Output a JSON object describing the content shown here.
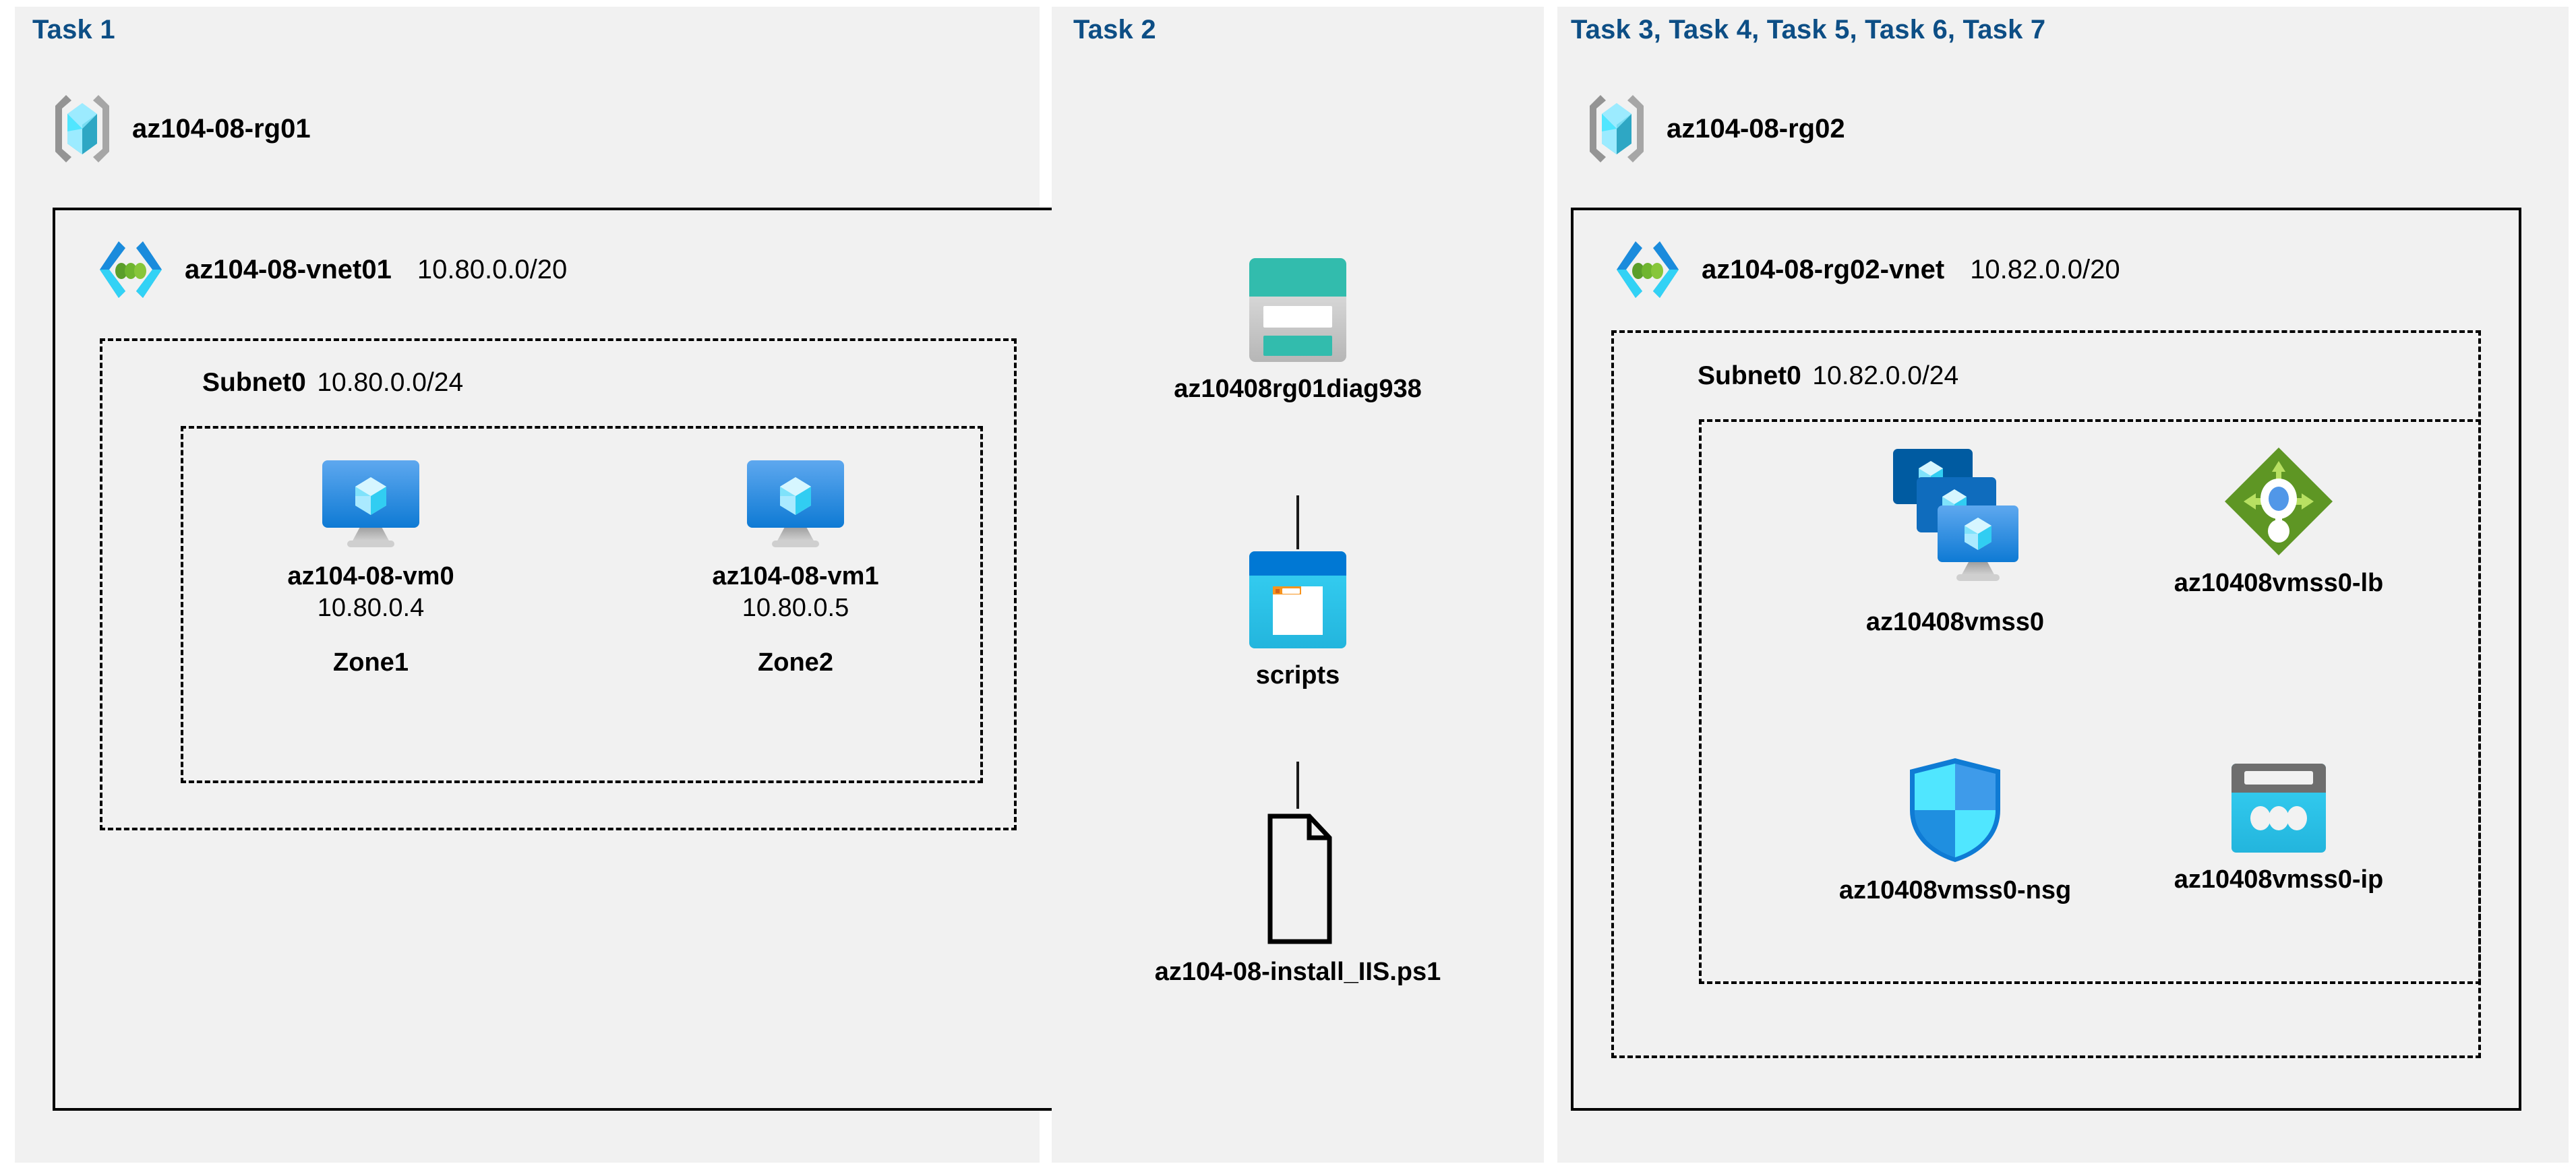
{
  "tasks": {
    "task1": "Task 1",
    "task2": "Task 2",
    "task3to7": "Task 3, Task 4, Task 5, Task 6, Task 7"
  },
  "colors": {
    "task_label": "#0d4e85",
    "panel_bg": "#f1f1f1",
    "border": "#000000",
    "vm_blue": "#1b8bea",
    "vmss_dark": "#005ba1",
    "storage_teal": "#32bcad",
    "storage_teal_dark": "#1a8173",
    "container_blue": "#0078d4",
    "container_cyan": "#32c8f0",
    "folder_orange": "#f7941e",
    "lb_green": "#5e9624",
    "lb_arrow_green": "#b8e062",
    "lb_center_blue": "#5197e8",
    "nsg_blue": "#3e9bea",
    "nsg_cyan": "#50e6ff",
    "ip_gray": "#6e6e6e",
    "ip_cyan": "#32c8f0",
    "rg_cube_cyan": "#50e6ff",
    "rg_bracket_gray": "#949494",
    "vnet_bracket_blue": "#1a8bdc",
    "vnet_bracket_cyan": "#32d2f5",
    "vnet_dot_green": "#5a9e2a"
  },
  "groups": {
    "rg01": {
      "name": "az104-08-rg01",
      "icon": "resource-group-icon"
    },
    "rg02": {
      "name": "az104-08-rg02",
      "icon": "resource-group-icon"
    }
  },
  "vnets": {
    "vnet01": {
      "name": "az104-08-vnet01",
      "cidr": "10.80.0.0/20",
      "icon": "virtual-network-icon"
    },
    "vnet02": {
      "name": "az104-08-rg02-vnet",
      "cidr": "10.82.0.0/20",
      "icon": "virtual-network-icon"
    }
  },
  "subnets": {
    "subnet0_vnet01": {
      "name": "Subnet0",
      "cidr": "10.80.0.0/24"
    },
    "subnet0_vnet02": {
      "name": "Subnet0",
      "cidr": "10.82.0.0/24"
    }
  },
  "vms": [
    {
      "name": "az104-08-vm0",
      "ip": "10.80.0.4",
      "zone": "Zone1",
      "icon": "virtual-machine-icon"
    },
    {
      "name": "az104-08-vm1",
      "ip": "10.80.0.5",
      "zone": "Zone2",
      "icon": "virtual-machine-icon"
    }
  ],
  "task2_items": [
    {
      "name": "az10408rg01diag938",
      "icon": "storage-account-icon"
    },
    {
      "name": "scripts",
      "icon": "blob-container-icon"
    },
    {
      "name": "az104-08-install_IIS.ps1",
      "icon": "script-file-icon"
    }
  ],
  "task3_items": [
    {
      "name": "az10408vmss0",
      "icon": "vm-scale-set-icon"
    },
    {
      "name": "az10408vmss0-lb",
      "icon": "load-balancer-icon"
    },
    {
      "name": "az10408vmss0-nsg",
      "icon": "network-security-group-icon"
    },
    {
      "name": "az10408vmss0-ip",
      "icon": "public-ip-address-icon"
    }
  ]
}
